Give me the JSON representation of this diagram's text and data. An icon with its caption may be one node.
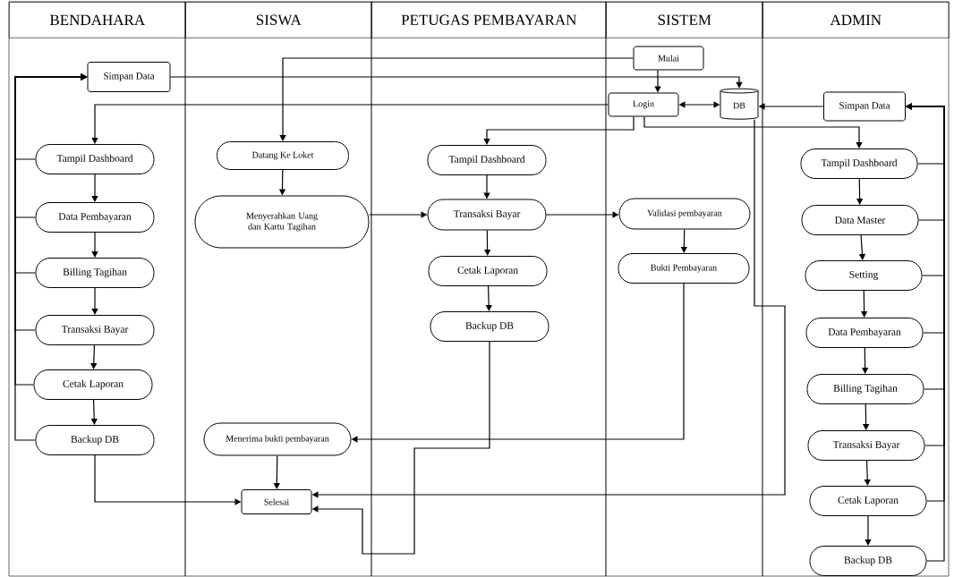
{
  "diagram": {
    "nodes": [
      {
        "text": [
          "BENDAHARA"
        ]
      },
      {
        "text": [
          "SISWA"
        ]
      },
      {
        "text": [
          "PETUGAS PEMBAYARAN"
        ]
      },
      {
        "text": [
          "SISTEM"
        ]
      },
      {
        "text": [
          "ADMIN"
        ]
      },
      {
        "text": [
          "Simpan Data"
        ],
        "in": 0
      },
      {
        "text": [
          "Tampil Dashboard"
        ],
        "in": 0
      },
      {
        "text": [
          "Data Pembayaran"
        ],
        "in": 0
      },
      {
        "text": [
          "Billing Tagihan"
        ],
        "in": 0
      },
      {
        "text": [
          "Transaksi Bayar"
        ],
        "in": 0
      },
      {
        "text": [
          "Cetak Laporan"
        ],
        "in": 0
      },
      {
        "text": [
          "Backup DB"
        ],
        "in": 0
      },
      {
        "text": [
          "Datang Ke Loket"
        ],
        "in": 1
      },
      {
        "text": [
          "Menyerahkan Uang dan Kartu Tagihan"
        ],
        "in": 1
      },
      {
        "text": [
          "Menerima bukti pembayaran"
        ],
        "in": 1
      },
      {
        "text": [
          "Selesai"
        ],
        "in": 1
      },
      {
        "text": [
          "Tampil Dashboard"
        ],
        "in": 2
      },
      {
        "text": [
          "Transaksi Bayar"
        ],
        "in": 2
      },
      {
        "text": [
          "Cetak Laporan"
        ],
        "in": 2
      },
      {
        "text": [
          "Backup DB"
        ],
        "in": 2
      },
      {
        "text": [
          "Mulai"
        ],
        "in": 3
      },
      {
        "text": [
          "Login"
        ],
        "in": 3
      },
      {
        "text": [
          "DB"
        ],
        "in": 3
      },
      {
        "text": [
          "Validasi pembayaran"
        ],
        "in": 3
      },
      {
        "text": [
          "Bukti  Pembayaran"
        ],
        "in": 3
      },
      {
        "text": [
          "Simpan Data"
        ],
        "in": 4
      },
      {
        "text": [
          "Tampil Dashboard"
        ],
        "in": 4
      },
      {
        "text": [
          "Data Master"
        ],
        "in": 4
      },
      {
        "text": [
          "Setting"
        ],
        "in": 4
      },
      {
        "text": [
          "Data Pembayaran"
        ],
        "in": 4
      },
      {
        "text": [
          "Billing Tagihan"
        ],
        "in": 4
      },
      {
        "text": [
          "Transaksi Bayar"
        ],
        "in": 4
      },
      {
        "text": [
          "Cetak Laporan"
        ],
        "in": 4
      },
      {
        "text": [
          "Backup DB"
        ],
        "in": 4
      }
    ],
    "edges": [
      {
        "from": 20,
        "to": 12,
        "arrow": "to"
      },
      {
        "from": 20,
        "to": 21,
        "arrow": "to"
      },
      {
        "from": 5,
        "to": 22,
        "arrow": "to"
      },
      {
        "from": 21,
        "to": 22,
        "arrow": "both"
      },
      {
        "from": 25,
        "to": 22,
        "arrow": "to"
      },
      {
        "from": 21,
        "to": 6,
        "arrow": "to"
      },
      {
        "from": 21,
        "to": 16,
        "arrow": "to"
      },
      {
        "from": 21,
        "to": 26,
        "arrow": "to"
      },
      {
        "from": 6,
        "to": 7,
        "arrow": "to"
      },
      {
        "from": 7,
        "to": 8,
        "arrow": "to"
      },
      {
        "from": 8,
        "to": 9,
        "arrow": "to"
      },
      {
        "from": 9,
        "to": 10,
        "arrow": "to"
      },
      {
        "from": 10,
        "to": 11,
        "arrow": "to"
      },
      {
        "from": 6,
        "to": 5,
        "arrow": "to"
      },
      {
        "from": 7,
        "to": 5,
        "arrow": "to"
      },
      {
        "from": 8,
        "to": 5,
        "arrow": "to"
      },
      {
        "from": 9,
        "to": 5,
        "arrow": "to"
      },
      {
        "from": 10,
        "to": 5,
        "arrow": "to"
      },
      {
        "from": 11,
        "to": 5,
        "arrow": "to"
      },
      {
        "from": 11,
        "to": 15,
        "arrow": "to"
      },
      {
        "from": 12,
        "to": 13,
        "arrow": "to"
      },
      {
        "from": 13,
        "to": 17,
        "arrow": "to"
      },
      {
        "from": 16,
        "to": 17,
        "arrow": "to"
      },
      {
        "from": 17,
        "to": 18,
        "arrow": "to"
      },
      {
        "from": 18,
        "to": 19,
        "arrow": "to"
      },
      {
        "from": 17,
        "to": 23,
        "arrow": "to"
      },
      {
        "from": 23,
        "to": 24,
        "arrow": "to"
      },
      {
        "from": 24,
        "to": 14,
        "arrow": "to"
      },
      {
        "from": 14,
        "to": 15,
        "arrow": "to"
      },
      {
        "from": 19,
        "to": 15,
        "arrow": "to"
      },
      {
        "from": 22,
        "to": 15,
        "arrow": "to"
      },
      {
        "from": 26,
        "to": 27,
        "arrow": "to"
      },
      {
        "from": 27,
        "to": 28,
        "arrow": "to"
      },
      {
        "from": 28,
        "to": 29,
        "arrow": "to"
      },
      {
        "from": 29,
        "to": 30,
        "arrow": "to"
      },
      {
        "from": 30,
        "to": 31,
        "arrow": "to"
      },
      {
        "from": 31,
        "to": 32,
        "arrow": "to"
      },
      {
        "from": 32,
        "to": 33,
        "arrow": "to"
      },
      {
        "from": 26,
        "to": 25,
        "arrow": "to"
      },
      {
        "from": 27,
        "to": 25,
        "arrow": "to"
      },
      {
        "from": 28,
        "to": 25,
        "arrow": "to"
      },
      {
        "from": 29,
        "to": 25,
        "arrow": "to"
      },
      {
        "from": 30,
        "to": 25,
        "arrow": "to"
      },
      {
        "from": 31,
        "to": 25,
        "arrow": "to"
      },
      {
        "from": 32,
        "to": 25,
        "arrow": "to"
      },
      {
        "from": 33,
        "to": 25,
        "arrow": "to"
      }
    ]
  }
}
